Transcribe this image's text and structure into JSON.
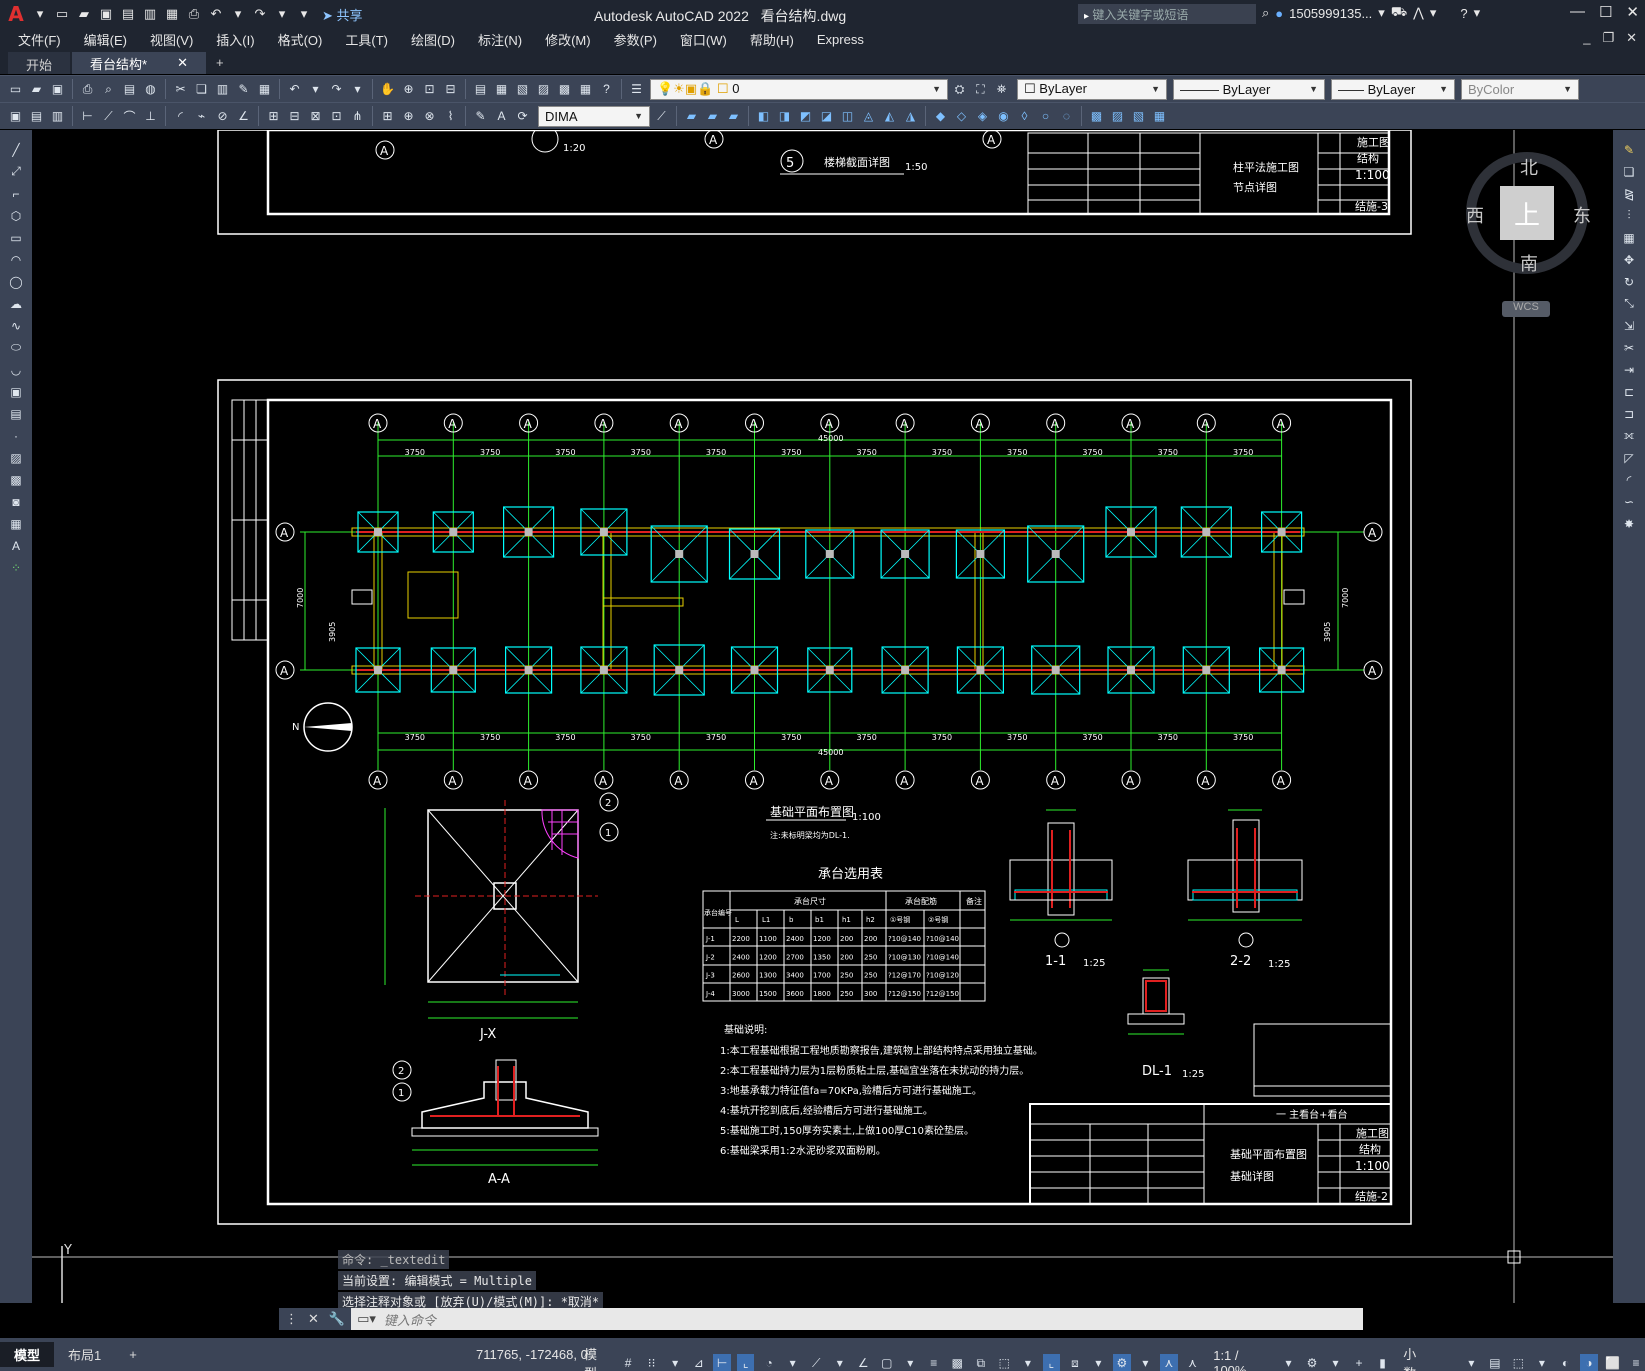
{
  "app": {
    "title": "Autodesk AutoCAD 2022",
    "document": "看台结构.dwg",
    "share_label": "共享"
  },
  "search": {
    "placeholder": "键入关键字或短语"
  },
  "user": {
    "name": "1505999135..."
  },
  "menu": [
    "文件(F)",
    "编辑(E)",
    "视图(V)",
    "插入(I)",
    "格式(O)",
    "工具(T)",
    "绘图(D)",
    "标注(N)",
    "修改(M)",
    "参数(P)",
    "窗口(W)",
    "帮助(H)",
    "Express"
  ],
  "tabs": {
    "start": "开始",
    "active": "看台结构*",
    "plus": "+"
  },
  "toolbar": {
    "layer_value": "0",
    "color": "ByLayer",
    "linetype": "ByLayer",
    "lineweight": "ByLayer",
    "plotstyle": "ByColor",
    "dimstyle": "DIMA"
  },
  "viewcube": {
    "top": "上",
    "north": "北",
    "south": "南",
    "east": "东",
    "west": "西",
    "wcs": "WCS"
  },
  "command": {
    "history": [
      "命令: _textedit",
      "当前设置: 编辑模式 = Multiple",
      "选择注释对象或 [放弃(U)/模式(M)]: *取消*"
    ],
    "placeholder": "键入命令"
  },
  "status": {
    "model_tab": "模型",
    "layout_tab": "布局1",
    "plus": "+",
    "coords": "711765, -172468, 0",
    "model": "模型",
    "scale": "1:1 / 100%",
    "units": "小数"
  },
  "drawing": {
    "axis_label": "A",
    "spacing": "3750",
    "total": "45000",
    "width_dim": "7000",
    "side_dim_left": "3905",
    "north": "N",
    "plan_title": "基础平面布置图",
    "plan_scale": "1:100",
    "plan_note": "注:未标明梁均为DL-1.",
    "table": {
      "title": "承台选用表",
      "headers": [
        "承台编号",
        "承台尺寸",
        "承台配筋",
        "备注"
      ],
      "sub": [
        "L",
        "L1",
        "b",
        "b1",
        "h1",
        "h2",
        "①号钢",
        "②号钢"
      ],
      "rows": [
        [
          "J-1",
          "2200",
          "1100",
          "2400",
          "1200",
          "200",
          "200",
          "?10@140",
          "?10@140"
        ],
        [
          "J-2",
          "2400",
          "1200",
          "2700",
          "1350",
          "200",
          "250",
          "?10@130",
          "?10@140"
        ],
        [
          "J-3",
          "2600",
          "1300",
          "3400",
          "1700",
          "250",
          "250",
          "?12@170",
          "?10@120"
        ],
        [
          "J-4",
          "3000",
          "1500",
          "3600",
          "1800",
          "250",
          "300",
          "?12@150",
          "?12@150"
        ]
      ]
    },
    "notes_title": "基础说明:",
    "notes": [
      "1:本工程基础根据工程地质勘察报告,建筑物上部结构特点采用独立基础。",
      "2:本工程基础持力层为1层粉质粘土层,基础宜坐落在未扰动的持力层。",
      "3:地基承载力特征值fa=70KPa,验槽后方可进行基础施工。",
      "4:基坑开挖到底后,经验槽后方可进行基础施工。",
      "5:基础施工时,150厚夯实素土,上做100厚C10素砼垫层。",
      "6:基础梁采用1:2水泥砂浆双面粉刷。"
    ],
    "detail_jx": "J-X",
    "detail_aa": "A-A",
    "detail_11": "1-1",
    "detail_22": "2-2",
    "detail_dl": "DL-1",
    "detail_scale": "1:25",
    "tb": {
      "project": "一 主看台+看台",
      "sheet_name1": "基础平面布置图",
      "sheet_name2": "基础详图",
      "discipline_label": "结构",
      "stage": "施工图",
      "scale_value": "1:100",
      "sheet_no": "结施-2"
    },
    "upper": {
      "title": "柱平法施工图",
      "sub": "节点详图",
      "stage": "施工图",
      "discipline": "结构",
      "scale": "1:100",
      "no": "结施-3",
      "callout": "5",
      "callout_title": "楼梯截面详图",
      "callout_scale": "1:50",
      "scale_120": "1:20"
    }
  }
}
